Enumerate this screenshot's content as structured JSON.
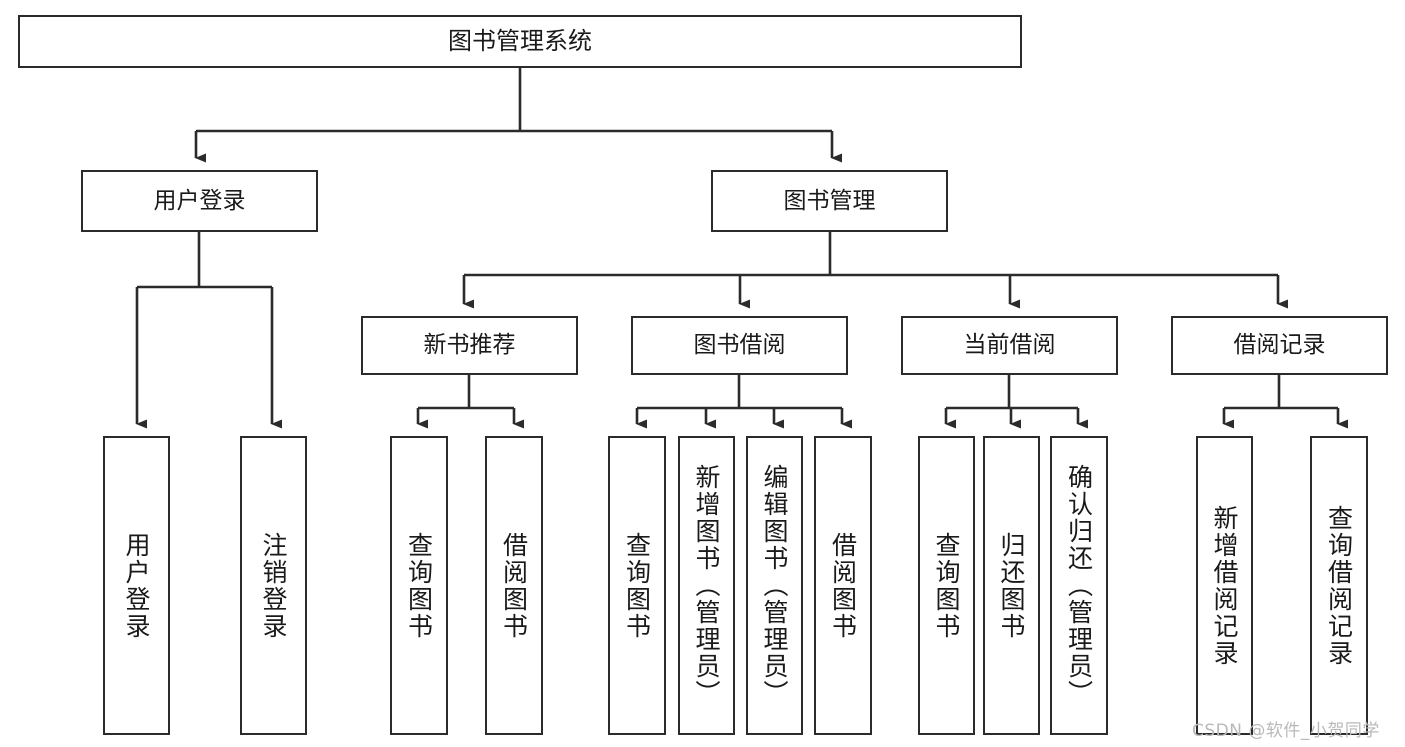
{
  "diagram": {
    "type": "tree",
    "title": "图书管理系统",
    "orientation": "top-down",
    "colors": {
      "node_border": "#2b2b2b",
      "node_fill": "#ffffff",
      "edge": "#2b2b2b",
      "background": "#ffffff",
      "watermark": "#b9b9b9"
    }
  },
  "nodes": {
    "root": {
      "label": "图书管理系统",
      "level": 1
    },
    "l2": [
      {
        "id": "user_login",
        "label": "用户登录",
        "level": 2
      },
      {
        "id": "book_mgmt",
        "label": "图书管理",
        "level": 2
      }
    ],
    "l3": [
      {
        "id": "new_book_rec",
        "label": "新书推荐",
        "level": 3
      },
      {
        "id": "book_borrow",
        "label": "图书借阅",
        "level": 3
      },
      {
        "id": "current_borrow",
        "label": "当前借阅",
        "level": 3
      },
      {
        "id": "borrow_record",
        "label": "借阅记录",
        "level": 3
      }
    ],
    "leaves": [
      {
        "id": "leaf_user_login",
        "label": "用户登录",
        "parent": "user_login"
      },
      {
        "id": "leaf_logout",
        "label": "注销登录",
        "parent": "user_login"
      },
      {
        "id": "leaf_query_book_1",
        "label": "查询图书",
        "parent": "new_book_rec"
      },
      {
        "id": "leaf_borrow_book_1",
        "label": "借阅图书",
        "parent": "new_book_rec"
      },
      {
        "id": "leaf_query_book_2",
        "label": "查询图书",
        "parent": "book_borrow"
      },
      {
        "id": "leaf_add_book",
        "label": "新增图书（管理员）",
        "parent": "book_borrow"
      },
      {
        "id": "leaf_edit_book",
        "label": "编辑图书（管理员）",
        "parent": "book_borrow"
      },
      {
        "id": "leaf_borrow_book_2",
        "label": "借阅图书",
        "parent": "book_borrow"
      },
      {
        "id": "leaf_query_book_3",
        "label": "查询图书",
        "parent": "current_borrow"
      },
      {
        "id": "leaf_return_book",
        "label": "归还图书",
        "parent": "current_borrow"
      },
      {
        "id": "leaf_confirm_return",
        "label": "确认归还（管理员）",
        "parent": "current_borrow"
      },
      {
        "id": "leaf_add_record",
        "label": "新增借阅记录",
        "parent": "borrow_record"
      },
      {
        "id": "leaf_query_record",
        "label": "查询借阅记录",
        "parent": "borrow_record"
      }
    ]
  },
  "watermark": {
    "text": "CSDN @软件_小贺同学"
  }
}
